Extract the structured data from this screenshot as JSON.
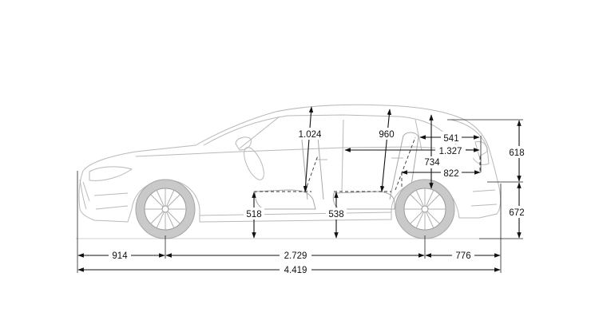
{
  "dimensions": {
    "front_overhang": "914",
    "wheelbase": "2.729",
    "rear_overhang": "776",
    "overall_length": "4.419",
    "front_headroom": "1.024",
    "rear_headroom": "960",
    "front_seat_height": "518",
    "rear_seat_height": "538",
    "trunk_length_top": "541",
    "trunk_length_floor": "1.327",
    "trunk_depth": "734",
    "trunk_length_mid": "822",
    "trunk_height": "618",
    "loading_sill_height": "672"
  },
  "colors": {
    "line": "#111111",
    "car_outline": "#b9b9b9",
    "tire": "#c9c9c9"
  },
  "icons": [
    "arrow-icon"
  ]
}
